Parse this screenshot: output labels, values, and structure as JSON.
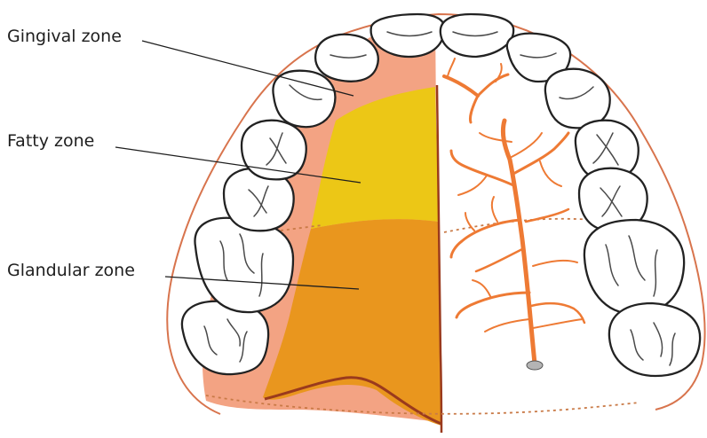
{
  "labels": {
    "gingival": "Gingival zone",
    "fatty": "Fatty zone",
    "glandular": "Glandular zone"
  },
  "colors": {
    "gingival_zone": "#f3a383",
    "fatty_zone": "#ecc716",
    "glandular_zone": "#e9961e",
    "vessels": "#ee7a34",
    "outline": "#d8744d",
    "teeth_outline": "#222222"
  }
}
